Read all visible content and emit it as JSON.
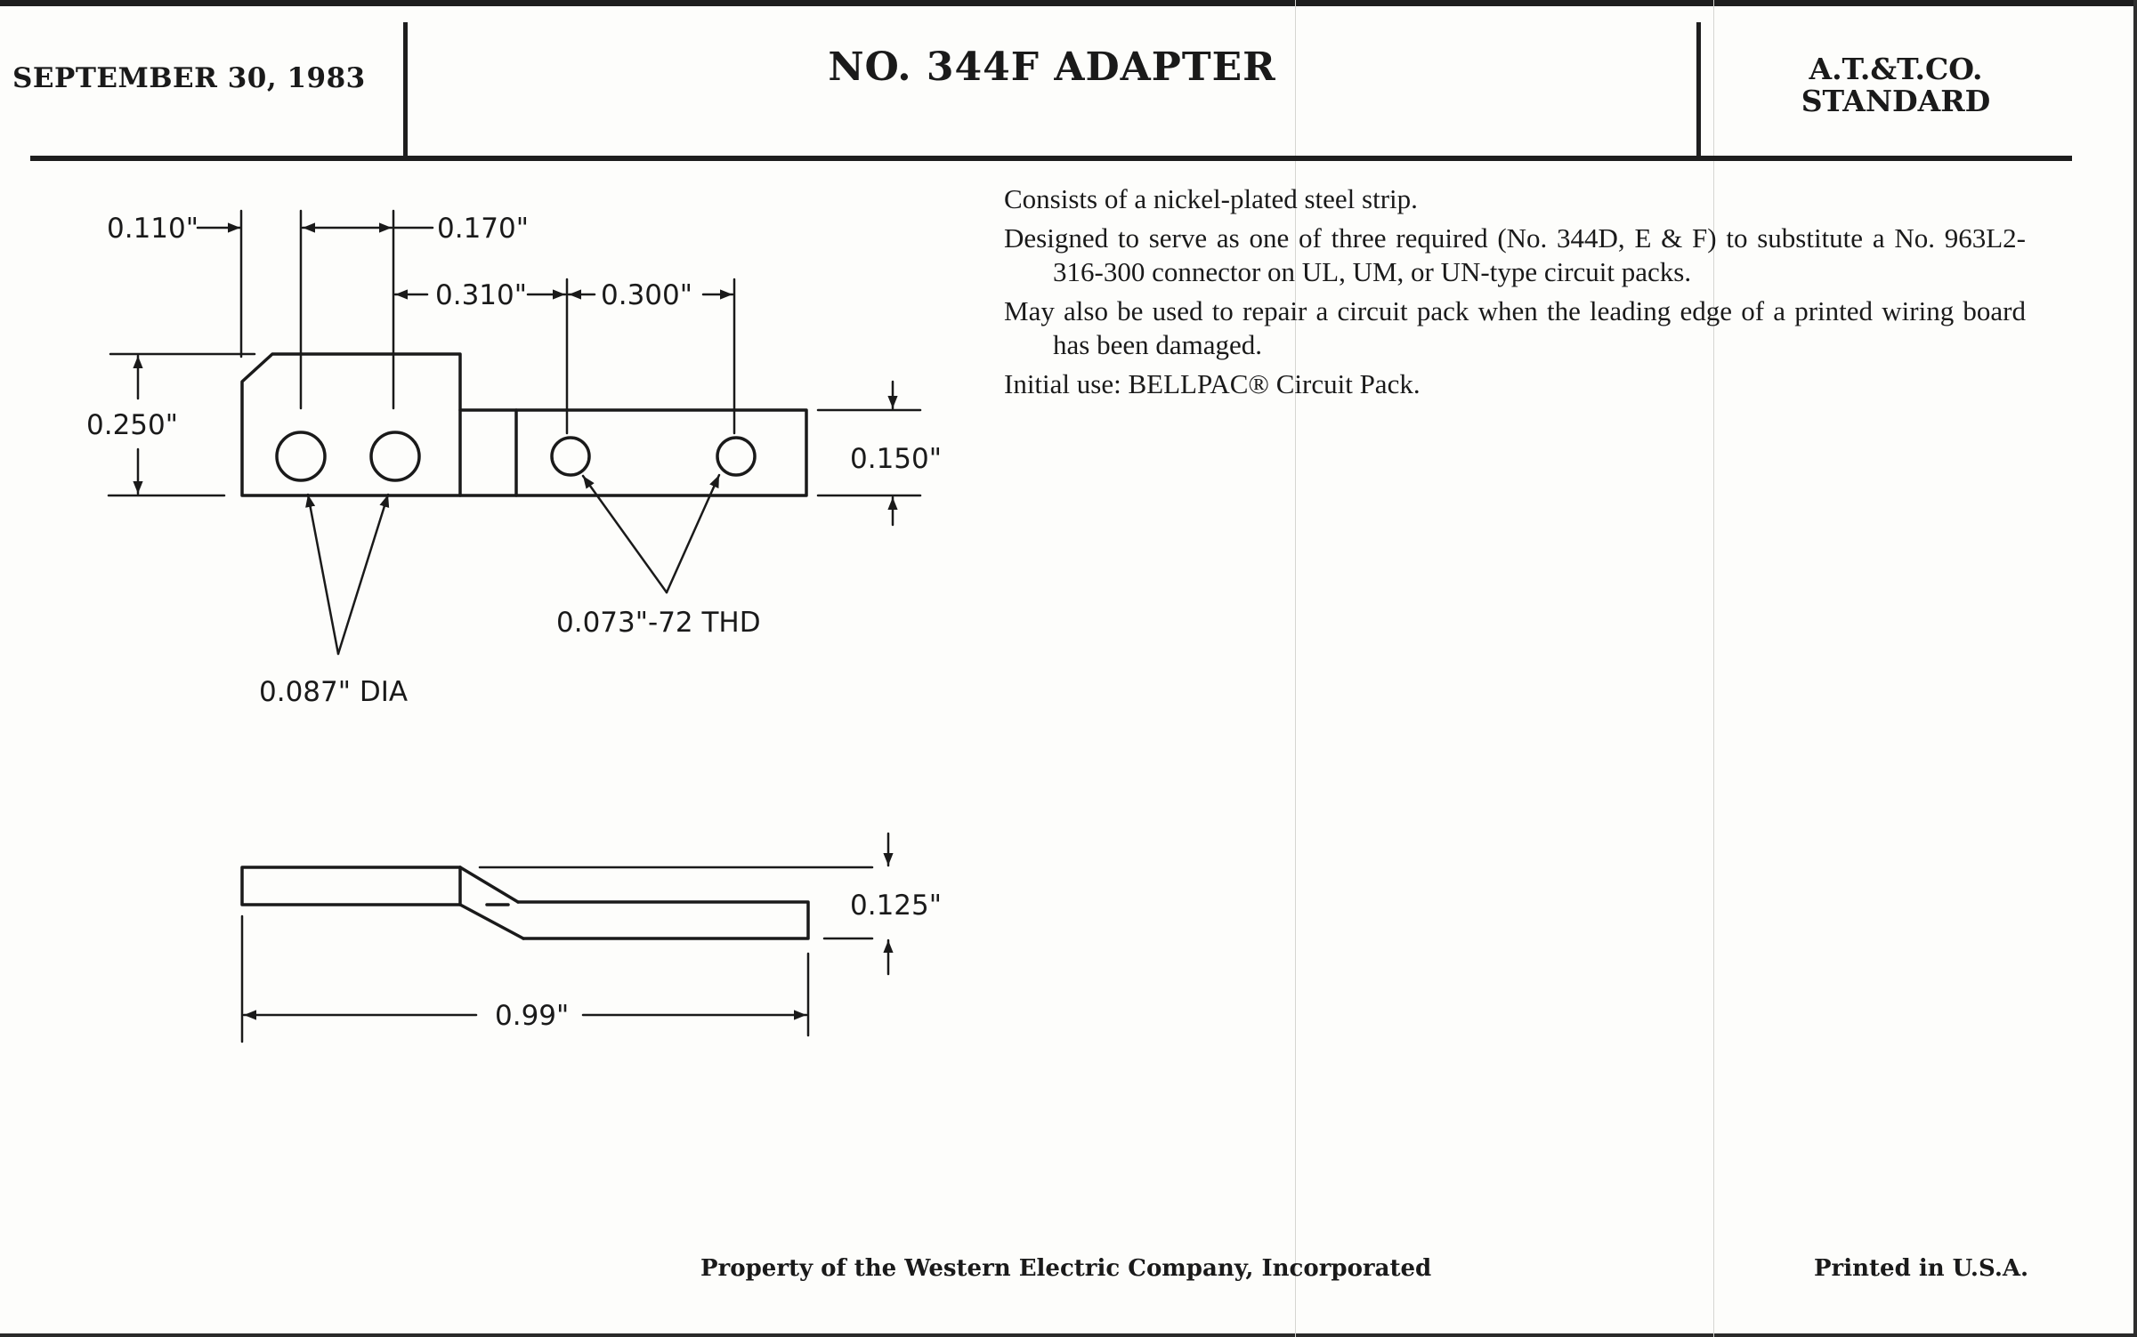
{
  "header": {
    "date": "SEPTEMBER 30, 1983",
    "title": "NO. 344F ADAPTER",
    "standard_line1": "A.T.&T.CO.",
    "standard_line2": "STANDARD"
  },
  "description": [
    "Consists of a nickel-plated steel strip.",
    "Designed to serve as one of three required (No. 344D, E & F) to substitute a No. 963L2-316-300 connector on UL, UM, or UN-type circuit packs.",
    "May also be used to repair a circuit pack when the leading edge of a printed wiring board has been damaged.",
    "Initial use: BELLPAC® Circuit Pack."
  ],
  "drawing": {
    "top_view": {
      "dim_chamfer": "0.110\"",
      "dim_hole_spacing_left": "0.170\"",
      "dim_hole_to_hole": "0.310\"",
      "dim_hole_spacing_right": "0.300\"",
      "dim_height_total": "0.250\"",
      "dim_height_tab": "0.150\"",
      "callout_holes": "0.087\" DIA",
      "callout_threads": "0.073\"-72 THD"
    },
    "side_view": {
      "dim_offset": "0.125\"",
      "dim_length": "0.99\""
    }
  },
  "footer": {
    "property": "Property of the Western Electric Company, Incorporated",
    "printed": "Printed in U.S.A."
  }
}
